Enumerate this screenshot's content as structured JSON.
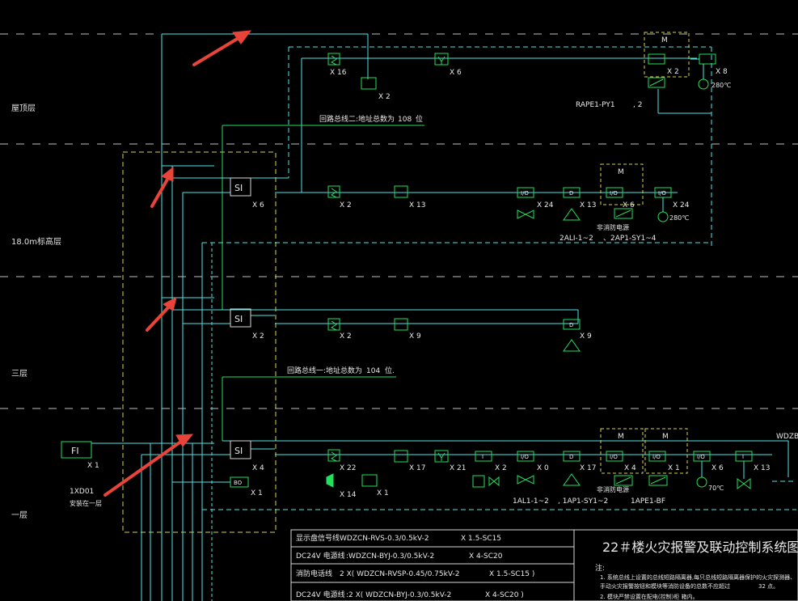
{
  "colors": {
    "background": "#000000",
    "cyan": "#4fe3e8",
    "green": "#22e05a",
    "white": "#d8d8d8",
    "yellow": "#d8d24a",
    "red_arrow": "#e8443a"
  },
  "floors": {
    "roof": "屋顶层",
    "f18": "18.0m标高层",
    "f3": "三层",
    "f1": "一层"
  },
  "loop_notes": {
    "loop2": "回路总线二:地址总数为",
    "loop2_count": "108",
    "loop2_unit": "位",
    "loop1": "回路总线一:地址总数为",
    "loop1_count": "104",
    "loop1_unit": "位."
  },
  "panel": {
    "fi_label": "FI",
    "fi_qty": "X 1",
    "id": "1XD01",
    "install": "安装在一层"
  },
  "si_boxes": [
    {
      "label": "SI",
      "qty": "X 6"
    },
    {
      "label": "SI",
      "qty": "X 2"
    },
    {
      "label": "SI",
      "qty": "X 4"
    }
  ],
  "bo": {
    "label": "BO",
    "qty": "X 1"
  },
  "device_qty": {
    "roof_x16": "X 16",
    "roof_x2": "X 2",
    "roof_x6": "X 6",
    "roof_m_x2": "X 2",
    "roof_x8": "X 8",
    "roof_280": "280℃",
    "f18_x2": "X 2",
    "f18_x13": "X 13",
    "f18_x24a": "X 24",
    "f18_x13b": "X 13",
    "f18_x6": "X 6",
    "f18_x24b": "X 24",
    "f18_280": "280℃",
    "f3_x2": "X 2",
    "f3_x9a": "X 9",
    "f3_x9b": "X 9",
    "f1_x22": "X 22",
    "f1_x14": "X 14",
    "f1_x1a": "X 1",
    "f1_x17a": "X 17",
    "f1_x21": "X 21",
    "f1_x2": "X 2",
    "f1_x0": "X 0",
    "f1_x17b": "X 17",
    "f1_x4": "X 4",
    "f1_x1b": "X 1",
    "f1_x6": "X 6",
    "f1_x13": "X 13",
    "f1_70": "70℃"
  },
  "module_labels": {
    "io": "I/O",
    "m": "M",
    "d": "D",
    "i": "I"
  },
  "equipment_labels": {
    "rape": "RAPE1-PY1",
    "rape_qty": ", 2",
    "nonfire_1": "非消防电源",
    "f18_eq": "2ALI-1~2",
    "f18_eq2": "、2AP1-SY1~4",
    "nonfire_2": "非消防电源",
    "f1_eq1": "1AL1-1~2",
    "f1_eq2": ", 1AP1-SY1~2",
    "f1_eq3": "1APE1-BF",
    "wdzbn": "WDZBN"
  },
  "cable_table": [
    {
      "name": "显示盘信号线",
      "spec": "WDZCN-RVS-0.3/0.5kV-2",
      "conduit": "X 1.5-SC15"
    },
    {
      "name": "DC24V   电源线",
      "spec": ":WDZCN-BYJ-0.3/0.5kV-2",
      "conduit": "X 4-SC20"
    },
    {
      "name": "消防电话线",
      "spec": "2 X(  WDZCN-RVSP-0.45/0.75kV-2",
      "conduit": "X 1.5-SC15     )"
    },
    {
      "name": "DC24V   电源线",
      "spec": ":2 X(  WDZCN-BYJ-0.3/0.5kV-2",
      "conduit": "X 4-SC20     )"
    }
  ],
  "title_block": {
    "title": "22＃楼火灾报警及联动控制系统图",
    "notes_label": "注:",
    "note1": "1. 系统总线上设置的总线短路隔离器,每只总线短路隔离器保护的火灾探测器、",
    "note1b": "手动火灾报警按钮和模块等消防设备的总数不应超过",
    "note1_count": "32 点。",
    "note2": "2. 模块严禁设置在配电(控制)柜 箱内。"
  }
}
